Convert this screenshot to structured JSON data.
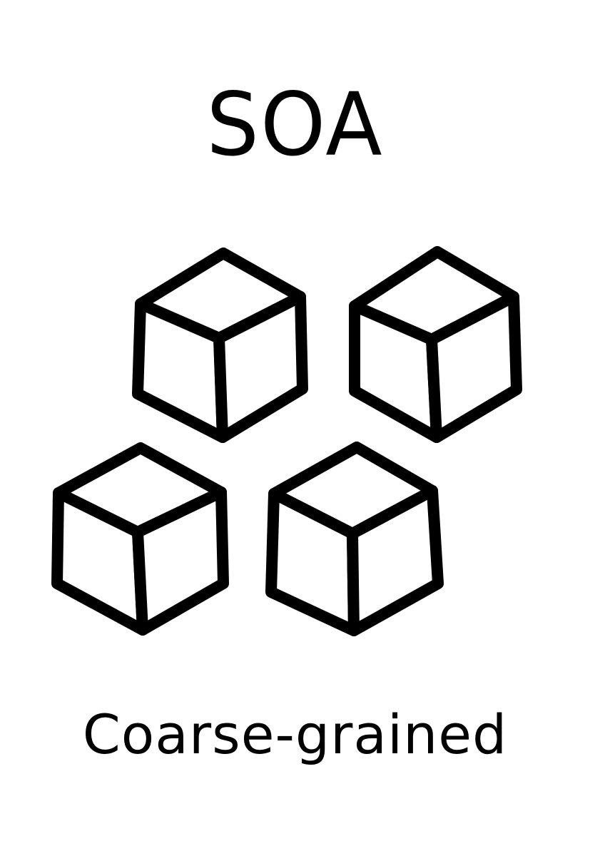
{
  "diagram": {
    "title": "SOA",
    "caption": "Coarse-grained",
    "cubes": [
      {
        "name": "cube-1"
      },
      {
        "name": "cube-2"
      },
      {
        "name": "cube-3"
      },
      {
        "name": "cube-4"
      }
    ],
    "colors": {
      "stroke": "#000000",
      "background": "#ffffff"
    }
  }
}
